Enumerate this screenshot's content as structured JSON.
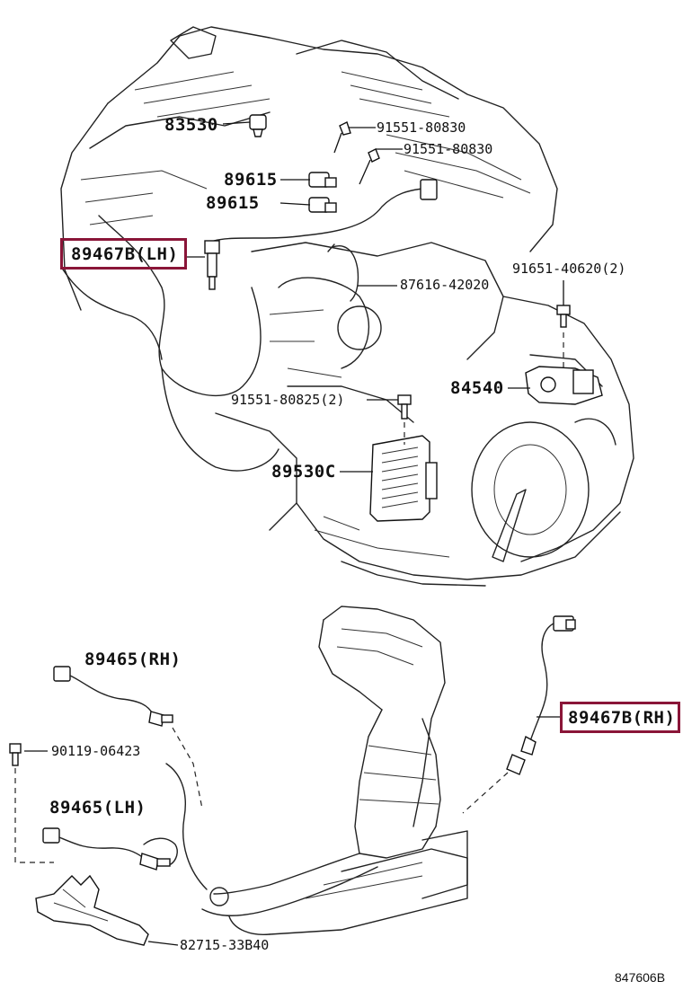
{
  "labels": {
    "p83530": "83530",
    "p91551_80830_a": "91551-80830",
    "p91551_80830_b": "91551-80830",
    "p89615_a": "89615",
    "p89615_b": "89615",
    "p89467B_LH": "89467B(LH)",
    "p87616_42020": "87616-42020",
    "p91651_40620": "91651-40620(2)",
    "p84540": "84540",
    "p91551_80825": "91551-80825(2)",
    "p89530C": "89530C",
    "p89465_RH": "89465(RH)",
    "p89467B_RH": "89467B(RH)",
    "p90119_06423": "90119-06423",
    "p89465_LH": "89465(LH)",
    "p82715_33B40": "82715-33B40"
  },
  "reference": "847606B",
  "highlight_color": "#8a1538"
}
